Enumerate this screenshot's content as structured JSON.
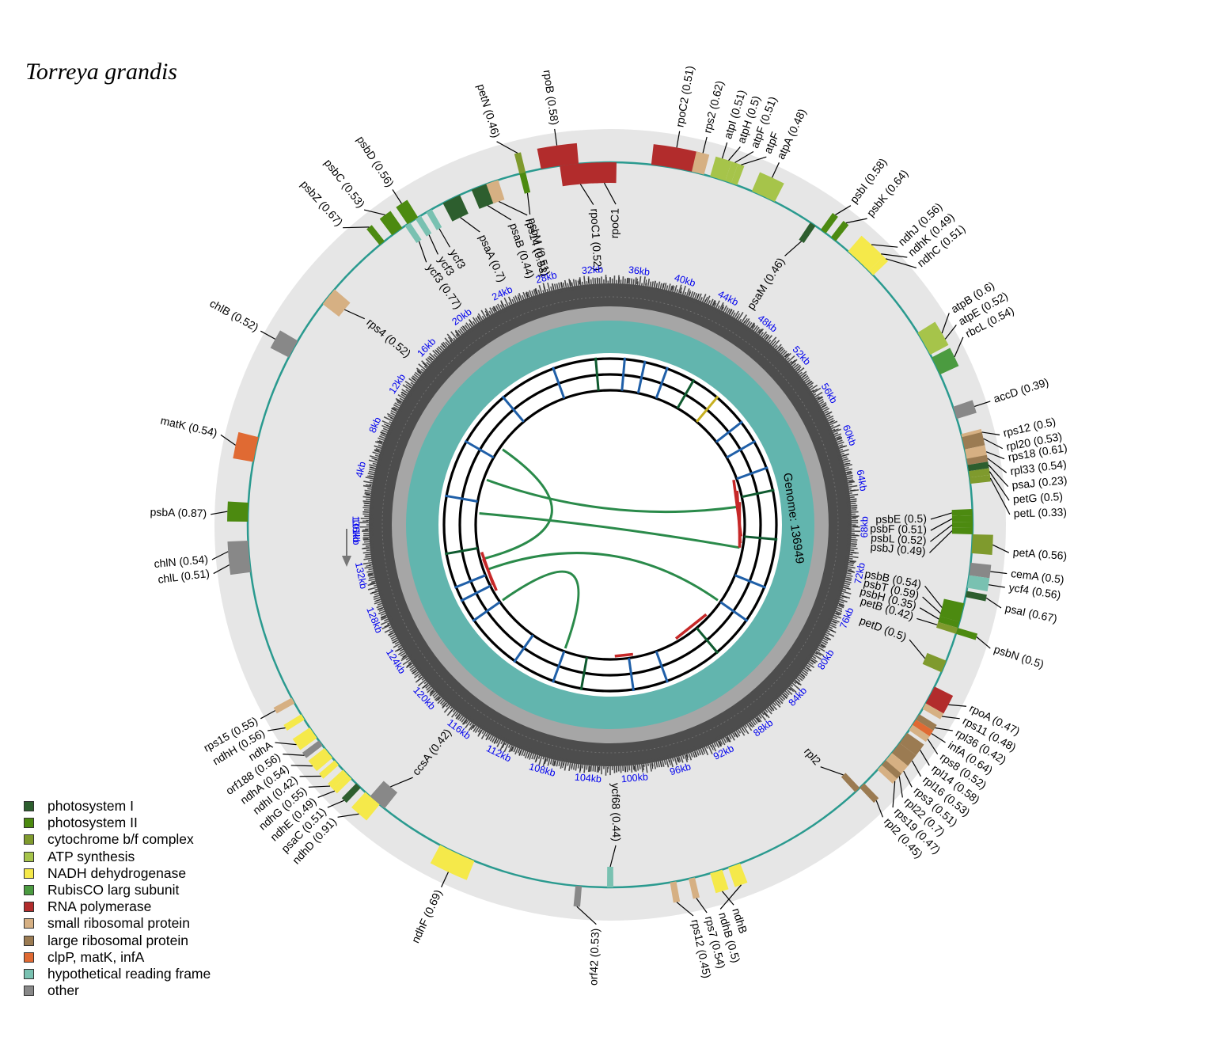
{
  "title": "Torreya grandis",
  "genome_label": "Genome: 136949",
  "genome_length": 136949,
  "kb_ticks": [
    "4kb",
    "8kb",
    "12kb",
    "16kb",
    "20kb",
    "24kb",
    "28kb",
    "32kb",
    "36kb",
    "40kb",
    "44kb",
    "48kb",
    "52kb",
    "56kb",
    "60kb",
    "64kb",
    "68kb",
    "72kb",
    "76kb",
    "80kb",
    "84kb",
    "88kb",
    "92kb",
    "96kb",
    "100kb",
    "104kb",
    "108kb",
    "112kb",
    "116kb",
    "120kb",
    "124kb",
    "128kb",
    "132kb",
    "136kb",
    "101kb"
  ],
  "legend": [
    {
      "label": "photosystem I",
      "color": "#2d5e2e"
    },
    {
      "label": "photosystem II",
      "color": "#4c8a10"
    },
    {
      "label": "cytochrome b/f complex",
      "color": "#7f9a2d"
    },
    {
      "label": "ATP synthesis",
      "color": "#a6c44a"
    },
    {
      "label": "NADH dehydrogenase",
      "color": "#f5e94a"
    },
    {
      "label": "RubisCO larg subunit",
      "color": "#4b9b40"
    },
    {
      "label": "RNA polymerase",
      "color": "#b22c2c"
    },
    {
      "label": "small ribosomal protein",
      "color": "#d6b083"
    },
    {
      "label": "large ribosomal protein",
      "color": "#9b7b52"
    },
    {
      "label": "clpP, matK, infA",
      "color": "#e06a33"
    },
    {
      "label": "hypothetical reading frame",
      "color": "#79c1b1"
    },
    {
      "label": "other",
      "color": "#888888"
    }
  ],
  "genes": [
    {
      "label": "psbA (0.87)",
      "cat": 1
    },
    {
      "label": "matK (0.54)",
      "cat": 9
    },
    {
      "label": "chlB (0.52)",
      "cat": 11
    },
    {
      "label": "rps4 (0.52)",
      "cat": 7
    },
    {
      "label": "ycf3 (0.77)",
      "cat": 10
    },
    {
      "label": "ycf3",
      "cat": 10
    },
    {
      "label": "ycf3",
      "cat": 10
    },
    {
      "label": "psaA (0.7)",
      "cat": 0
    },
    {
      "label": "psaB (0.44)",
      "cat": 0
    },
    {
      "label": "rps14 (0.53)",
      "cat": 7
    },
    {
      "label": "psbZ (0.67)",
      "cat": 1
    },
    {
      "label": "psbC (0.53)",
      "cat": 1
    },
    {
      "label": "psbD (0.56)",
      "cat": 1
    },
    {
      "label": "petN (0.46)",
      "cat": 2
    },
    {
      "label": "psbM (0.51)",
      "cat": 1
    },
    {
      "label": "rpoB (0.58)",
      "cat": 6
    },
    {
      "label": "rpoC1 (0.52)",
      "cat": 6
    },
    {
      "label": "rpoC1",
      "cat": 6
    },
    {
      "label": "rpoC2 (0.51)",
      "cat": 6
    },
    {
      "label": "rps2 (0.62)",
      "cat": 7
    },
    {
      "label": "atpI (0.51)",
      "cat": 3
    },
    {
      "label": "atpH (0.5)",
      "cat": 3
    },
    {
      "label": "atpF (0.51)",
      "cat": 3
    },
    {
      "label": "atpF",
      "cat": 3
    },
    {
      "label": "atpA (0.48)",
      "cat": 3
    },
    {
      "label": "psaM (0.46)",
      "cat": 0
    },
    {
      "label": "psbI (0.58)",
      "cat": 1
    },
    {
      "label": "psbK (0.64)",
      "cat": 1
    },
    {
      "label": "ndhJ (0.56)",
      "cat": 4
    },
    {
      "label": "ndhK (0.49)",
      "cat": 4
    },
    {
      "label": "ndhC (0.51)",
      "cat": 4
    },
    {
      "label": "atpB (0.6)",
      "cat": 3
    },
    {
      "label": "atpE (0.52)",
      "cat": 3
    },
    {
      "label": "rbcL (0.54)",
      "cat": 5
    },
    {
      "label": "accD (0.39)",
      "cat": 11
    },
    {
      "label": "rps12 (0.5)",
      "cat": 7
    },
    {
      "label": "rpl20 (0.53)",
      "cat": 8
    },
    {
      "label": "rps18 (0.61)",
      "cat": 7
    },
    {
      "label": "rpl33 (0.54)",
      "cat": 8
    },
    {
      "label": "psaJ (0.23)",
      "cat": 0
    },
    {
      "label": "petG (0.5)",
      "cat": 2
    },
    {
      "label": "petL (0.33)",
      "cat": 2
    },
    {
      "label": "psbE (0.5)",
      "cat": 1
    },
    {
      "label": "psbF (0.51)",
      "cat": 1
    },
    {
      "label": "psbL (0.52)",
      "cat": 1
    },
    {
      "label": "psbJ (0.49)",
      "cat": 1
    },
    {
      "label": "petA (0.56)",
      "cat": 2
    },
    {
      "label": "cemA (0.5)",
      "cat": 11
    },
    {
      "label": "ycf4 (0.56)",
      "cat": 10
    },
    {
      "label": "psaI (0.67)",
      "cat": 0
    },
    {
      "label": "psbB (0.54)",
      "cat": 1
    },
    {
      "label": "psbT (0.59)",
      "cat": 1
    },
    {
      "label": "psbH (0.35)",
      "cat": 1
    },
    {
      "label": "petB (0.42)",
      "cat": 2
    },
    {
      "label": "psbN (0.5)",
      "cat": 1
    },
    {
      "label": "petD (0.5)",
      "cat": 2
    },
    {
      "label": "rpoA (0.47)",
      "cat": 6
    },
    {
      "label": "rps11 (0.48)",
      "cat": 7
    },
    {
      "label": "rpl36 (0.42)",
      "cat": 8
    },
    {
      "label": "infA (0.64)",
      "cat": 9
    },
    {
      "label": "rps8 (0.52)",
      "cat": 7
    },
    {
      "label": "rpl14 (0.58)",
      "cat": 8
    },
    {
      "label": "rpl16 (0.53)",
      "cat": 8
    },
    {
      "label": "rps3 (0.51)",
      "cat": 7
    },
    {
      "label": "rpl22 (0.7)",
      "cat": 8
    },
    {
      "label": "rps19 (0.47)",
      "cat": 7
    },
    {
      "label": "rpl2 (0.45)",
      "cat": 8
    },
    {
      "label": "rpl2",
      "cat": 8
    },
    {
      "label": "ndhB (0.5)",
      "cat": 4
    },
    {
      "label": "ndhB",
      "cat": 4
    },
    {
      "label": "rps7 (0.54)",
      "cat": 7
    },
    {
      "label": "rps12 (0.45)",
      "cat": 7
    },
    {
      "label": "ycf68 (0.44)",
      "cat": 10
    },
    {
      "label": "orf42 (0.53)",
      "cat": 11
    },
    {
      "label": "ndhF (0.69)",
      "cat": 4
    },
    {
      "label": "ccsA (0.42)",
      "cat": 11
    },
    {
      "label": "ndhD (0.91)",
      "cat": 4
    },
    {
      "label": "psaC (0.51)",
      "cat": 0
    },
    {
      "label": "ndhE (0.49)",
      "cat": 4
    },
    {
      "label": "ndhG (0.55)",
      "cat": 4
    },
    {
      "label": "ndhI (0.42)",
      "cat": 4
    },
    {
      "label": "ndhA (0.54)",
      "cat": 4
    },
    {
      "label": "orf188 (0.56)",
      "cat": 11
    },
    {
      "label": "ndhA",
      "cat": 4
    },
    {
      "label": "ndhH (0.56)",
      "cat": 4
    },
    {
      "label": "rps15 (0.55)",
      "cat": 7
    },
    {
      "label": "chlL (0.51)",
      "cat": 11
    },
    {
      "label": "chlN (0.54)",
      "cat": 11
    }
  ]
}
